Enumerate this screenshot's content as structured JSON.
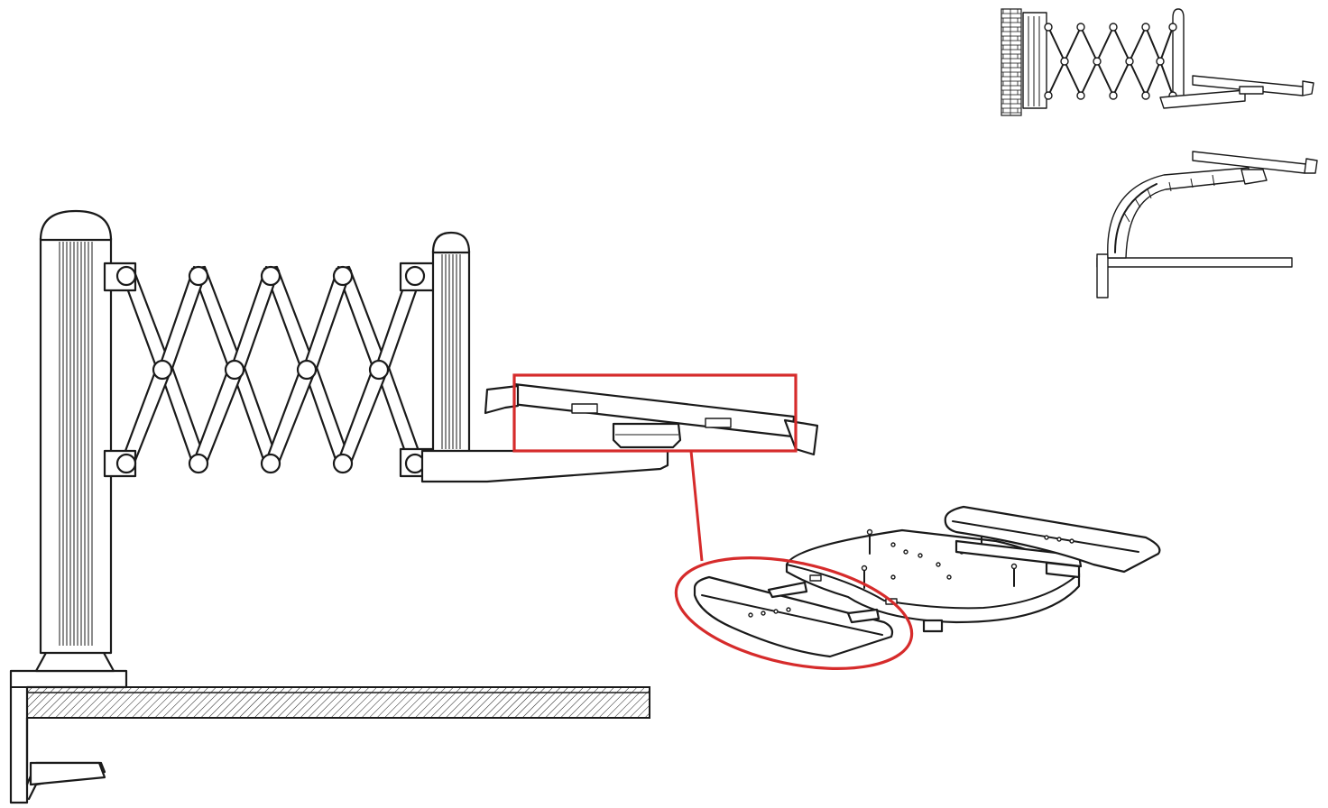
{
  "highlight_color": "#d62b2b",
  "line_color": "#1a1a1a",
  "icons": {
    "main": "scissor-arm-monitor-mount",
    "inset_top": "wall-mounted-scissor-arm",
    "inset_bottom": "curved-desk-arm",
    "exploded": "tray-platform-with-extension-pads"
  }
}
